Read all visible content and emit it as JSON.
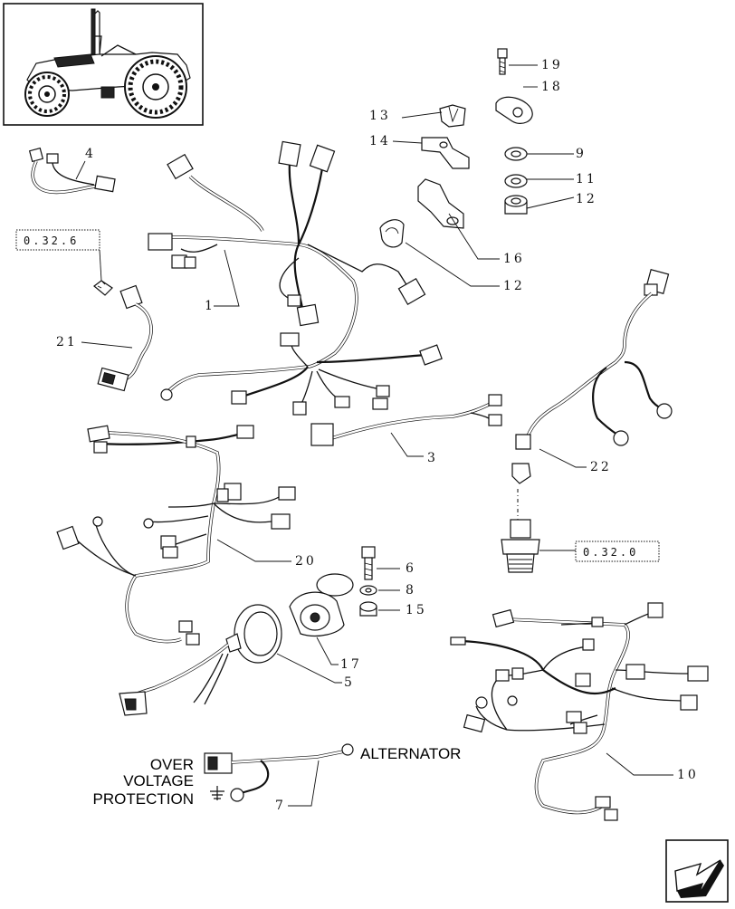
{
  "callouts": {
    "c1": "1",
    "c3": "3",
    "c4": "4",
    "c5": "5",
    "c6": "6",
    "c7": "7",
    "c8": "8",
    "c9": "9",
    "c10": "10",
    "c11": "11",
    "c12a": "12",
    "c12b": "12",
    "c13": "13",
    "c14": "14",
    "c15": "15",
    "c16": "16",
    "c17": "17",
    "c18": "18",
    "c19": "19",
    "c20": "20",
    "c21": "21",
    "c22": "22"
  },
  "refs": {
    "r1": "0.32.6",
    "r2": "0.32.0"
  },
  "labels": {
    "over": "OVER",
    "voltage": "VOLTAGE",
    "protection": "PROTECTION",
    "alternator": "ALTERNATOR"
  },
  "icons": {
    "tractor": "tractor-thumbnail",
    "nav": "next-page-arrow-icon",
    "ground": "ground-symbol-icon"
  }
}
